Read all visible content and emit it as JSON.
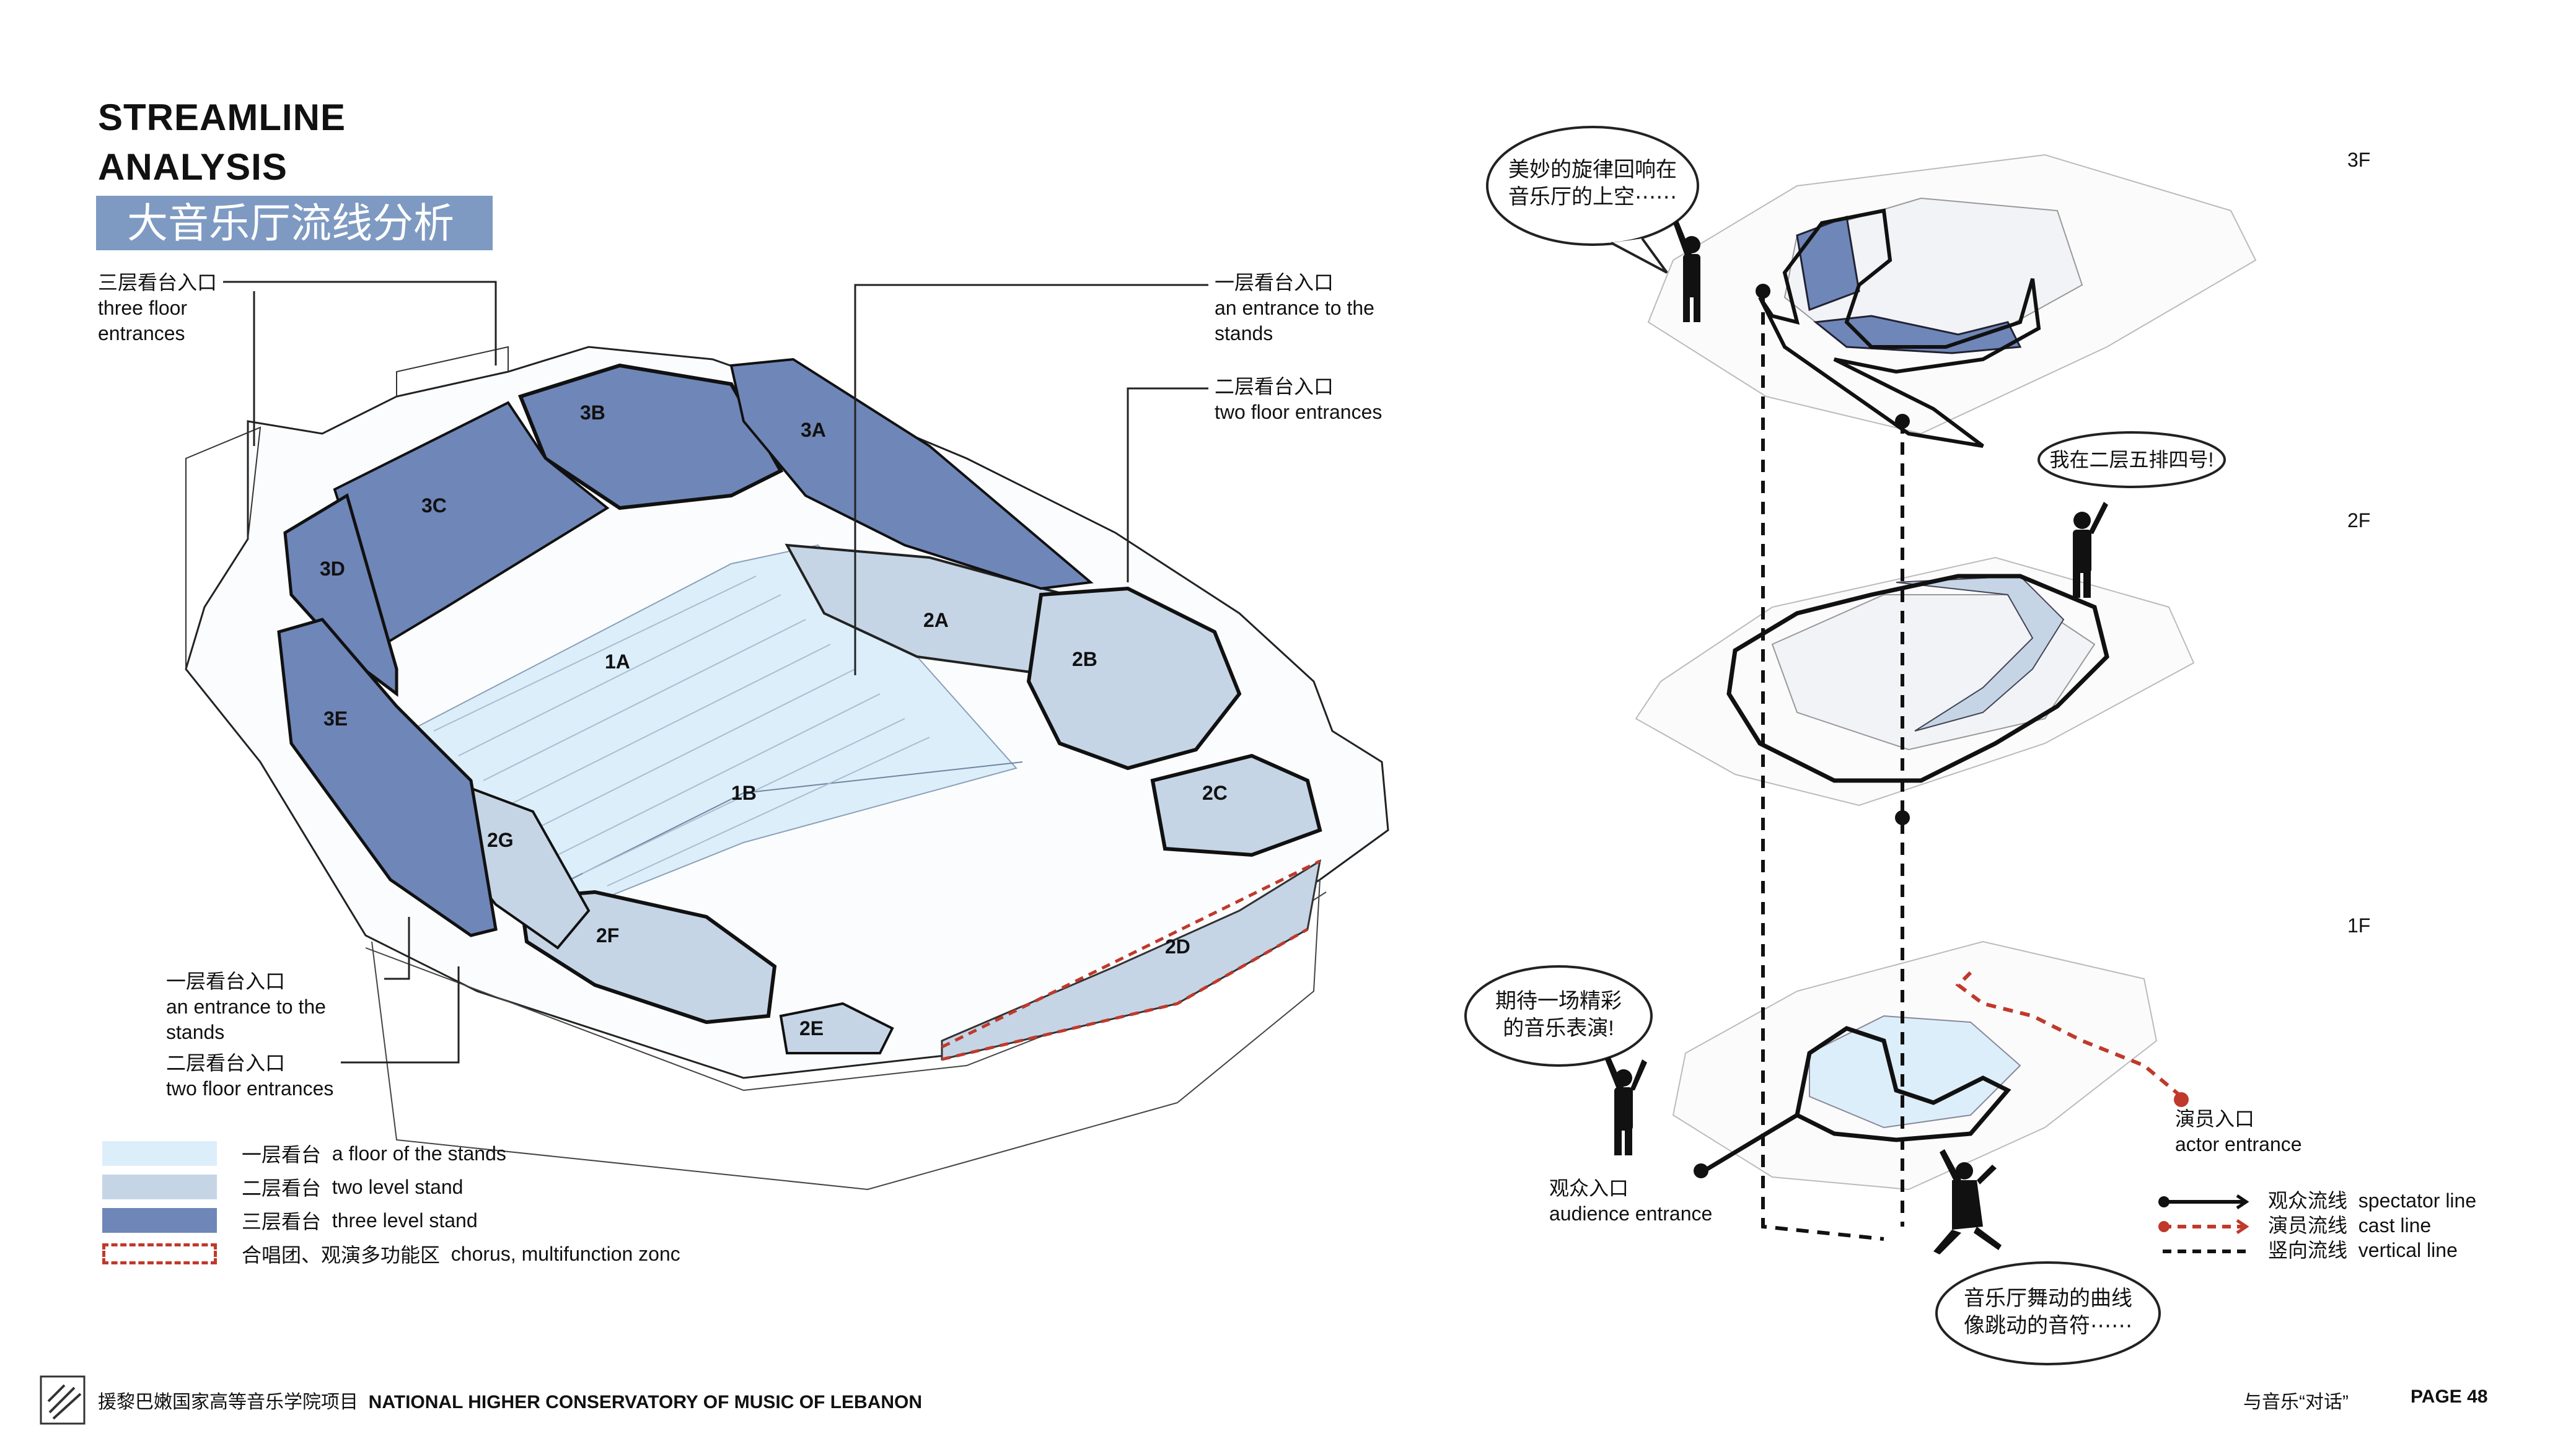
{
  "title": {
    "line1": "STREAMLINE",
    "line2": "ANALYSIS",
    "chinese": "大音乐厅流线分析"
  },
  "callouts": {
    "three_floor": {
      "cn": "三层看台入口",
      "en1": "three floor",
      "en2": "entrances"
    },
    "stands_top": {
      "cn": "一层看台入口",
      "en1": "an entrance to the",
      "en2": "stands"
    },
    "two_floor_top": {
      "cn": "二层看台入口",
      "en1": "two floor entrances"
    },
    "stands_bottom": {
      "cn": "一层看台入口",
      "en1": "an entrance to the",
      "en2": "stands"
    },
    "two_floor_bottom": {
      "cn": "二层看台入口",
      "en1": "two floor entrances"
    }
  },
  "zones": [
    "3B",
    "3A",
    "3C",
    "3D",
    "3E",
    "2A",
    "2B",
    "2C",
    "2D",
    "2E",
    "2F",
    "2G",
    "1A",
    "1B"
  ],
  "legend": [
    {
      "cn": "一层看台",
      "en": "a floor of the stands",
      "color": "#dceefa"
    },
    {
      "cn": "二层看台",
      "en": "two level stand",
      "color": "#c5d5e6"
    },
    {
      "cn": "三层看台",
      "en": "three level stand",
      "color": "#6f86b8"
    },
    {
      "cn": "合唱团、观演多功能区",
      "en": "chorus, multifunction zonc",
      "color": "#c0392b"
    }
  ],
  "floors": {
    "f3": "3F",
    "f2": "2F",
    "f1": "1F"
  },
  "bubbles": {
    "top": {
      "line1": "美妙的旋律回响在",
      "line2": "音乐厅的上空⋯⋯"
    },
    "second": {
      "line1": "我在二层五排四号!"
    },
    "third": {
      "line1": "期待一场精彩",
      "line2": "的音乐表演!"
    },
    "bottom": {
      "line1": "音乐厅舞动的曲线",
      "line2": "像跳动的音符⋯⋯"
    }
  },
  "entrances": {
    "actor": {
      "cn": "演员入口",
      "en": "actor entrance"
    },
    "audience": {
      "cn": "观众入口",
      "en": "audience entrance"
    }
  },
  "line_key": [
    {
      "cn": "观众流线",
      "en": "spectator line",
      "color": "#111111"
    },
    {
      "cn": "演员流线",
      "en": "cast line",
      "color": "#c0392b"
    },
    {
      "cn": "竖向流线",
      "en": "vertical line",
      "color": "#111111"
    }
  ],
  "footer": {
    "project_cn": "援黎巴嫩国家高等音乐学院项目",
    "project_en": "NATIONAL HIGHER CONSERVATORY OF MUSIC OF LEBANON",
    "right_cn": "与音乐“对话”",
    "page": "PAGE 48"
  }
}
